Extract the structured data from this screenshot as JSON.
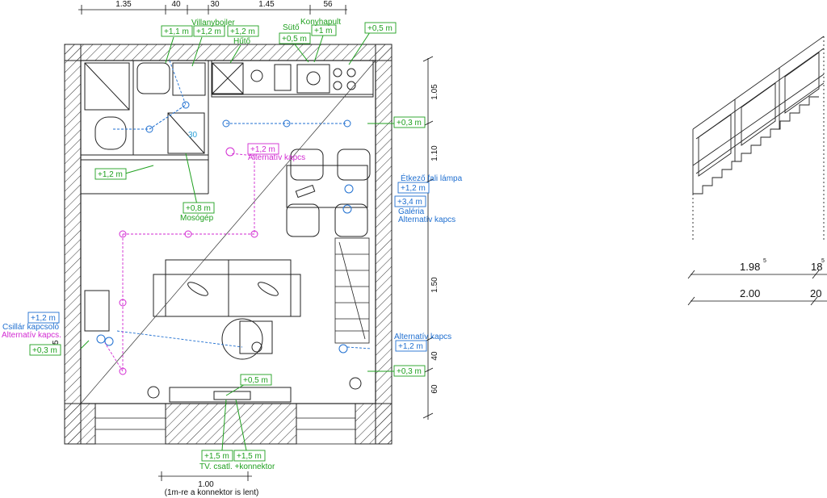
{
  "colors": {
    "green": "#1fa01f",
    "blue": "#1f6fd0",
    "magenta": "#d22ad2",
    "cyan": "#2aa0d8",
    "wall": "#222222"
  },
  "dimensions_top": [
    "1.35",
    "40",
    "30",
    "1.45",
    "56"
  ],
  "dimensions_right": [
    "1.05",
    "1.10",
    "1.50",
    "40",
    "60"
  ],
  "dimension_left": "15",
  "dimension_bottom": {
    "value": "1.00",
    "note": "(1m-re a konnektor is lent)"
  },
  "green_labels": {
    "villanybojler": "Villanybojler",
    "bojler_h1": "+1,1 m",
    "bojler_h2": "+1,2 m",
    "huto_h": "+1,2 m",
    "huto": "Hűtő",
    "suto": "Sütő",
    "konyhapult": "Konyhapult",
    "suto_h": "+0,5 m",
    "konyhapult_h": "+1 m",
    "corner_h": "+0,5 m",
    "socket_right_top": "+0,3 m",
    "bath_h": "+1,2 m",
    "mosogep_h": "+0,8 m",
    "mosogep": "Mosógép",
    "socket_left": "+0,3 m",
    "socket_tv_top": "+0,5 m",
    "socket_right_bottom": "+0,3 m",
    "tv_h1": "+1,5 m",
    "tv_h2": "+1,5 m",
    "tv_label": "TV.  csatl. +konnektor"
  },
  "blue_labels": {
    "etkezo": "Étkező fali lámpa",
    "etkezo_h": "+1,2 m",
    "galeria_h": "+3,4 m",
    "galeria": "Galéria",
    "galeria_alt": "Alternatív  kapcs",
    "chandelier_h": "+1,2 m",
    "chandelier": "Csillár kapcsoló",
    "alt_right": "Alternatív kapcs",
    "alt_right_h": "+1,2 m"
  },
  "magenta_labels": {
    "alt_top_h": "+1,2 m",
    "alt_top": "Alternatív kapcs",
    "alt_left": "Alternatív kapcs."
  },
  "cyan_labels": {
    "bath_30": "30"
  },
  "stair_section": {
    "dim1": "1.98",
    "dim1_sup": "5",
    "dim2": "18",
    "dim2_sup": "5",
    "dim3": "2.00",
    "dim4": "20"
  }
}
